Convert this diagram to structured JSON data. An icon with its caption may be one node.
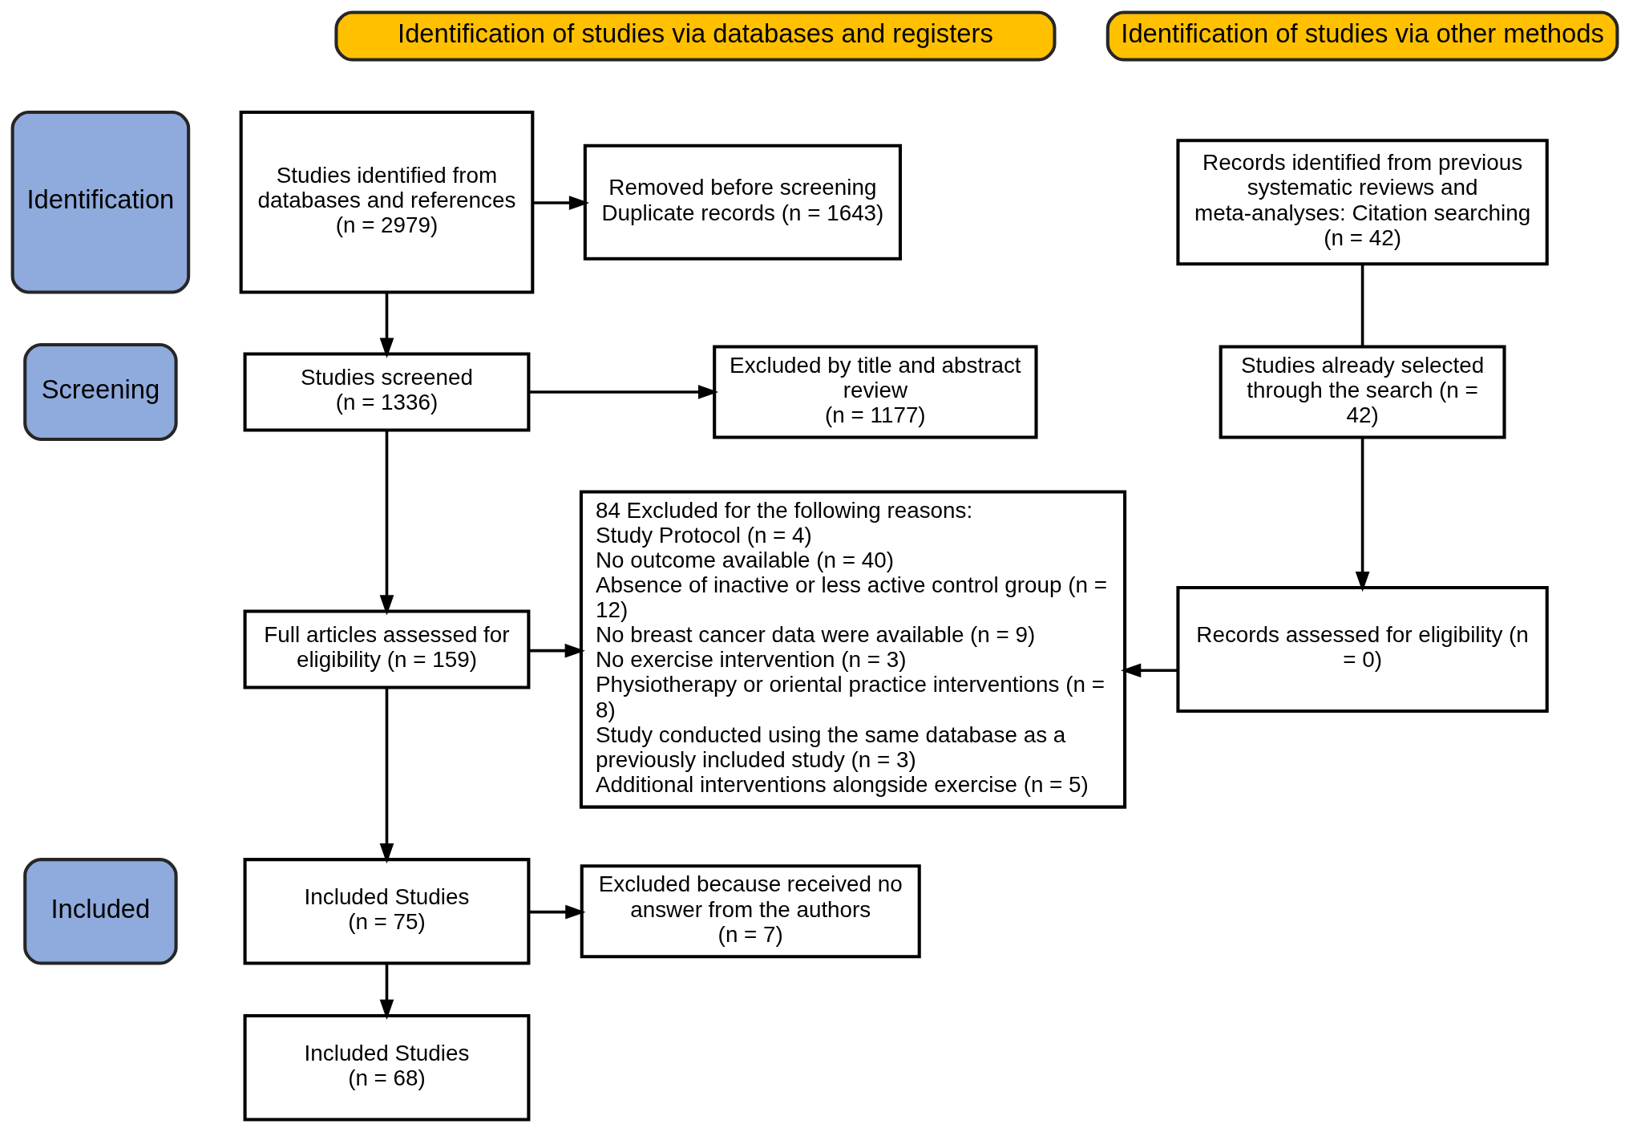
{
  "diagram": {
    "nodes": [
      {
        "text": [
          "Identification of studies via databases and registers"
        ]
      },
      {
        "text": [
          "Identification of studies via other methods"
        ]
      },
      {
        "text": [
          "Identification"
        ]
      },
      {
        "text": [
          "Screening"
        ]
      },
      {
        "text": [
          "Included"
        ]
      },
      {
        "text": [
          "Studies identified from databases and references (n = 2979)"
        ]
      },
      {
        "text": [
          "Removed before screening",
          "Duplicate records (n = 1643)"
        ]
      },
      {
        "text": [
          "Studies screened",
          "(n = 1336)"
        ]
      },
      {
        "text": [
          "Excluded by title and abstract review",
          "(n = 1177)"
        ]
      },
      {
        "text": [
          "Full articles assessed for eligibility (n = 159)"
        ]
      },
      {
        "text": [
          "84 Excluded for the following reasons:",
          "Study Protocol (n = 4)",
          "No outcome available (n = 40)",
          "Absence of inactive or less active control group (n = 12)",
          "No breast cancer data were available (n = 9)",
          "No exercise intervention (n = 3)",
          "Physiotherapy or oriental practice interventions (n = 8)",
          "Study conducted using the same database as a previously included study (n = 3)",
          "Additional interventions alongside exercise (n = 5)"
        ]
      },
      {
        "text": [
          "Included Studies",
          "(n = 75)"
        ]
      },
      {
        "text": [
          "Excluded because received no answer from the authors",
          "(n = 7)"
        ]
      },
      {
        "text": [
          "Included Studies",
          "(n = 68)"
        ]
      },
      {
        "text": [
          "Records identified from previous systematic reviews and meta-analyses: Citation searching (n = 42)"
        ]
      },
      {
        "text": [
          "Studies already selected through the search (n = 42)"
        ]
      },
      {
        "text": [
          "Records assessed for eligibility (n = 0)"
        ]
      }
    ],
    "edges": [
      {
        "from": 5,
        "to": 6,
        "arrow": "to"
      },
      {
        "from": 5,
        "to": 7,
        "arrow": "to"
      },
      {
        "from": 7,
        "to": 8,
        "arrow": "to"
      },
      {
        "from": 7,
        "to": 9,
        "arrow": "to"
      },
      {
        "from": 9,
        "to": 10,
        "arrow": "to"
      },
      {
        "from": 9,
        "to": 11,
        "arrow": "to"
      },
      {
        "from": 11,
        "to": 12,
        "arrow": "to"
      },
      {
        "from": 11,
        "to": 13,
        "arrow": "to"
      },
      {
        "from": 14,
        "to": 15,
        "arrow": "none"
      },
      {
        "from": 15,
        "to": 16,
        "arrow": "to"
      },
      {
        "from": 16,
        "to": 10,
        "arrow": "to"
      }
    ]
  }
}
